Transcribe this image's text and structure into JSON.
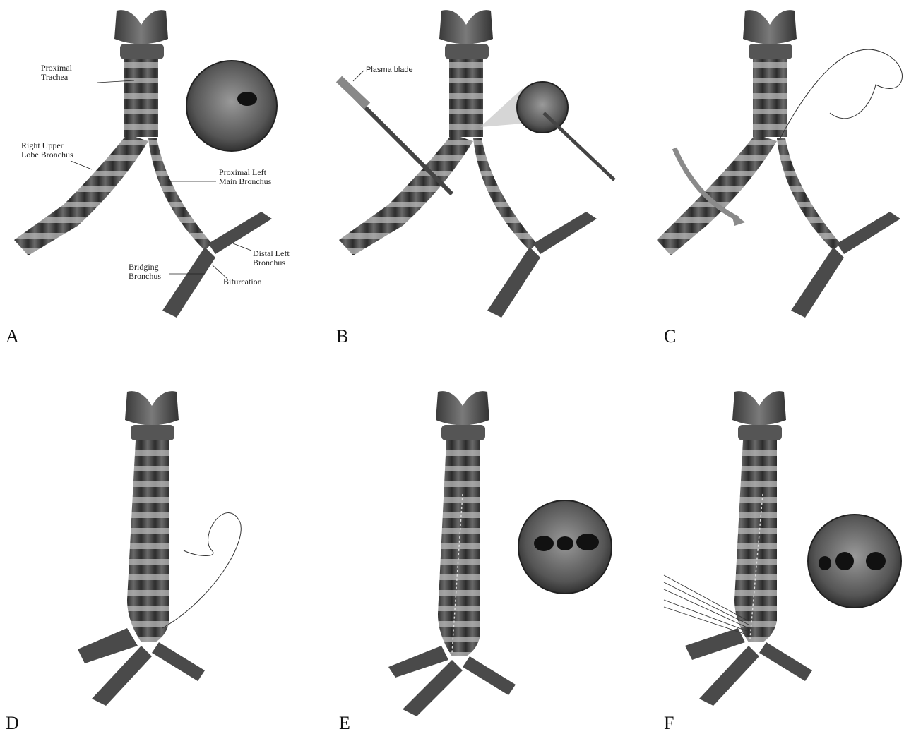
{
  "panels": [
    {
      "letter": "A"
    },
    {
      "letter": "B"
    },
    {
      "letter": "C"
    },
    {
      "letter": "D"
    },
    {
      "letter": "E"
    },
    {
      "letter": "F"
    }
  ],
  "labels": {
    "proximal_trachea": "Proximal\nTrachea",
    "right_upper_lobe": "Right Upper\nLobe Bronchus",
    "proximal_left_main": "Proximal Left\nMain Bronchus",
    "distal_left": "Distal Left\nBronchus",
    "bridging": "Bridging\nBronchus",
    "bifurcation": "Bifurcation",
    "plasma_blade": "Plasma blade"
  },
  "colors": {
    "tissue_dark": "#3d3d3d",
    "tissue_mid": "#5c5c5c",
    "cartilage_light": "#b8b8b8",
    "arrow_gray": "#8a8a8a"
  }
}
